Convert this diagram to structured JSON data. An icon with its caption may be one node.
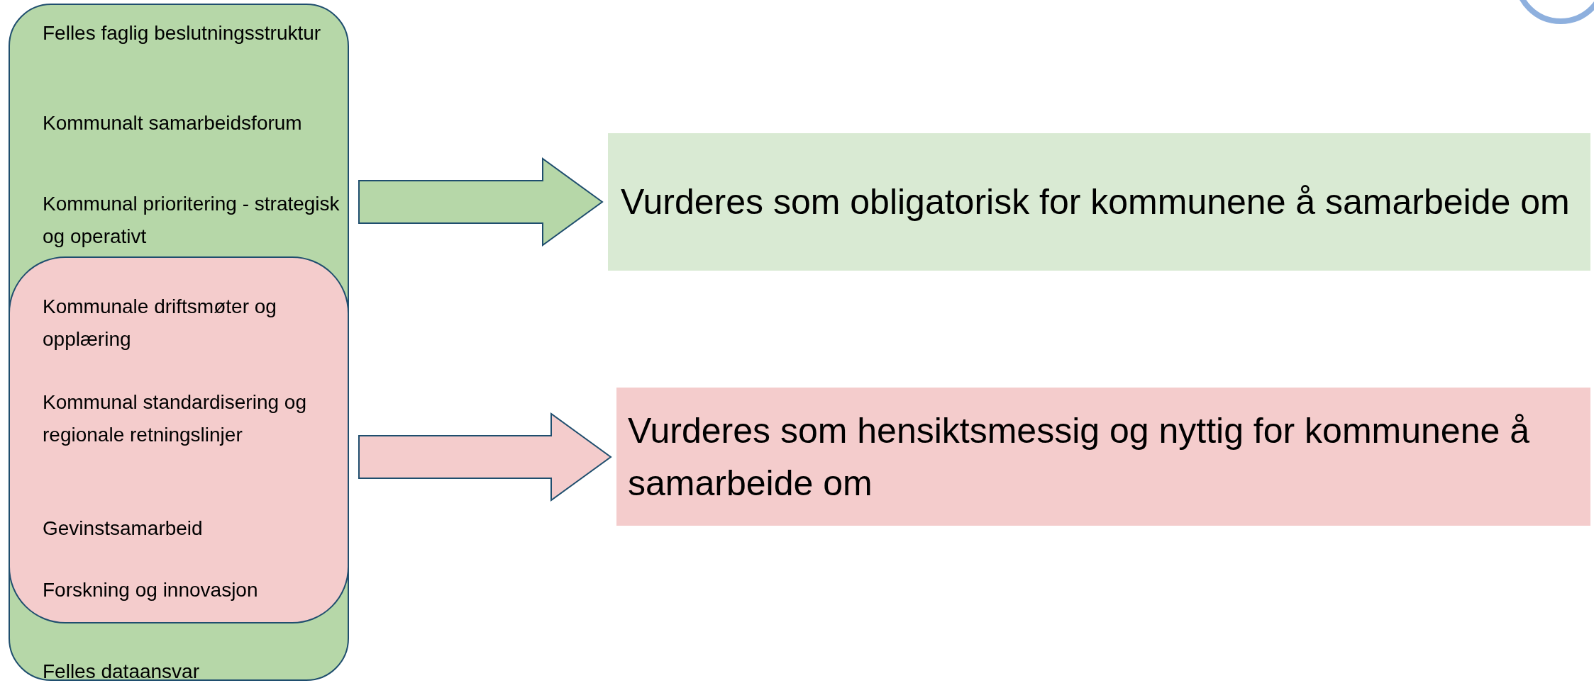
{
  "diagram": {
    "nodes": [
      {
        "text": [
          "Felles faglig beslutningsstruktur",
          "Kommunalt samarbeidsforum",
          "Kommunal prioritering - strategisk og operativt",
          "Felles dataansvar"
        ]
      },
      {
        "text": [
          "Kommunale driftsmøter og opplæring",
          "Kommunal standardisering og regionale retningslinjer",
          "Gevinstsamarbeid",
          "Forskning og innovasjon"
        ],
        "in": 0
      },
      {
        "text": [
          "Vurderes som obligatorisk for kommunene å samarbeide om"
        ]
      },
      {
        "text": [
          "Vurderes som hensiktsmessig og nyttig for kommunene å samarbeide om"
        ]
      }
    ],
    "edges": [
      {
        "from": 0,
        "to": 2,
        "arrow": "to",
        "style": "thick",
        "color": "#b6d7a8"
      },
      {
        "from": 1,
        "to": 3,
        "arrow": "to",
        "style": "thick",
        "color": "#f4cccc"
      }
    ]
  }
}
